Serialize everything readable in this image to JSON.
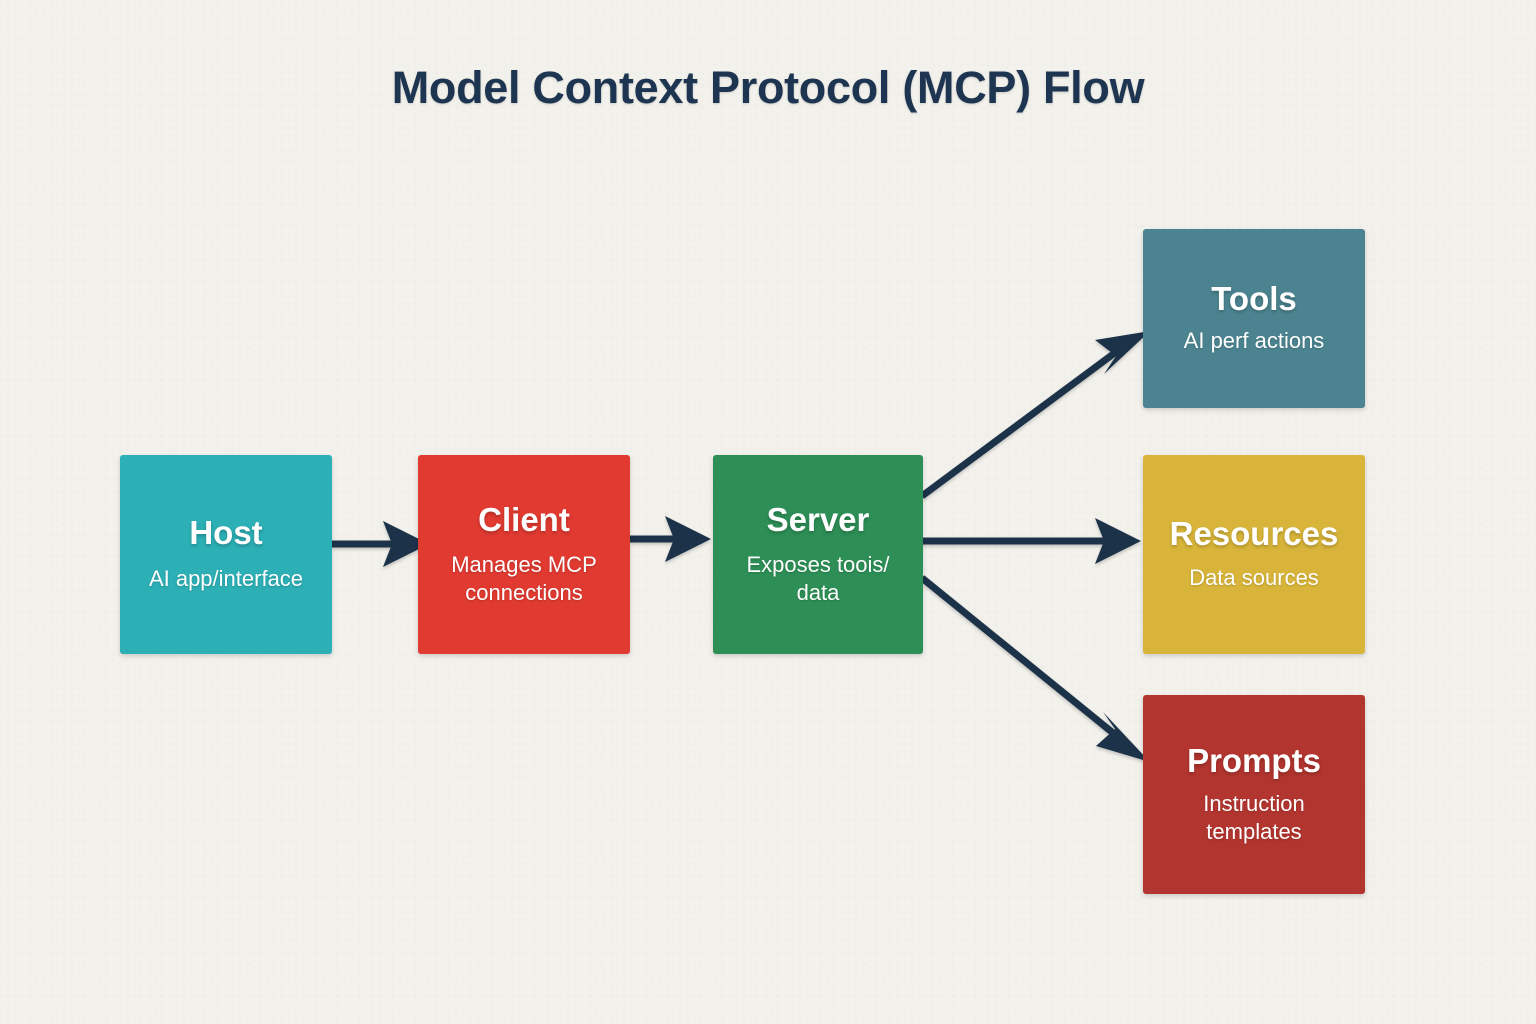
{
  "diagram": {
    "title": "Model Context Protocol (MCP) Flow",
    "background_color": "#f2f1ec",
    "title_color": "#1d3550",
    "arrow_color": "#1c3249",
    "nodes": [
      {
        "id": "host",
        "title": "Host",
        "subtitle": "AI app/interface",
        "color": "#2cafb5"
      },
      {
        "id": "client",
        "title": "Client",
        "subtitle": "Manages MCP connections",
        "color": "#e03a31"
      },
      {
        "id": "server",
        "title": "Server",
        "subtitle": "Exposes toois/ data",
        "color": "#2d8f56"
      },
      {
        "id": "tools",
        "title": "Tools",
        "subtitle": "AI perf actions",
        "color": "#4b8490"
      },
      {
        "id": "resources",
        "title": "Resources",
        "subtitle": "Data sources",
        "color": "#d8b53a"
      },
      {
        "id": "prompts",
        "title": "Prompts",
        "subtitle": "Instruction templates",
        "color": "#b3352f"
      }
    ],
    "edges": [
      {
        "id": "host-to-client",
        "from": "host",
        "to": "client"
      },
      {
        "id": "client-to-server",
        "from": "client",
        "to": "server"
      },
      {
        "id": "server-to-tools",
        "from": "server",
        "to": "tools"
      },
      {
        "id": "server-to-resources",
        "from": "server",
        "to": "resources"
      },
      {
        "id": "server-to-prompts",
        "from": "server",
        "to": "prompts"
      }
    ]
  }
}
